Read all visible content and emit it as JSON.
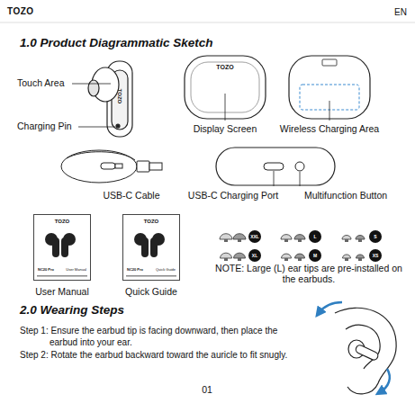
{
  "diagram": {
    "title": "1.0 Product Diagrammatic Sketch",
    "nodes": [
      {
        "text": [
          "TOZO",
          "NC20 Pro",
          "User Manual"
        ]
      },
      {
        "text": [
          "TOZO",
          "NC20 Pro",
          "Quick Guide"
        ]
      },
      {
        "text": [
          "XXL"
        ]
      },
      {
        "text": [
          "L"
        ]
      },
      {
        "text": [
          "S"
        ]
      },
      {
        "text": [
          "XL"
        ]
      },
      {
        "text": [
          "M"
        ]
      },
      {
        "text": [
          "XS"
        ]
      }
    ],
    "labels": [
      "TOZO",
      "EN",
      "Touch Area",
      "Charging Pin",
      "TOZO",
      "TOZO",
      "Display Screen",
      "Wireless Charging Area",
      "USB-C Cable",
      "USB-C Charging Port",
      "Multifunction Button",
      "User Manual",
      "Quick Guide",
      "NOTE: Large (L) ear tips are pre-installed on the earbuds.",
      "2.0 Wearing Steps",
      "Step 1: Ensure the earbud tip is facing downward, then place the earbud into your ear.",
      "Step 2: Rotate the earbud backward toward the auricle to fit snugly.",
      "01"
    ]
  }
}
